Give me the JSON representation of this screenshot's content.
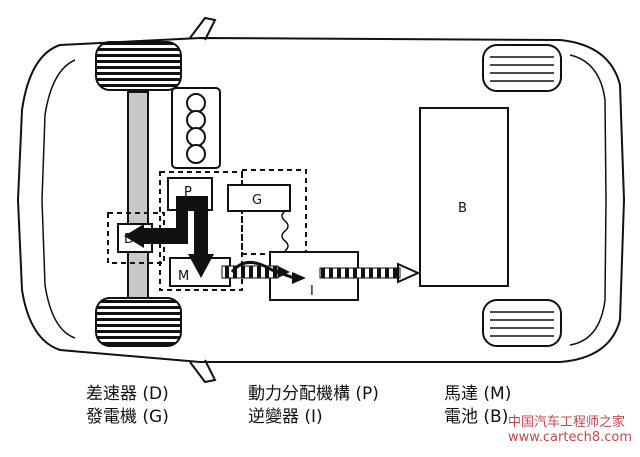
{
  "diagram": {
    "title": "Hybrid powertrain layout",
    "component_labels": {
      "differential": "D",
      "power_split_device": "P",
      "generator": "G",
      "motor": "M",
      "inverter": "I",
      "battery": "B"
    }
  },
  "legend": {
    "differential": "差速器 (D)",
    "power_split": "動力分配機構 (P)",
    "motor": "馬達 (M)",
    "generator": "發電機 (G)",
    "inverter": "逆變器 (I)",
    "battery": "電池 (B)"
  },
  "watermark": {
    "site_name": "中国汽车工程师之家",
    "url": "www.cartech8.com"
  },
  "colors": {
    "line": "#111111",
    "background": "#ffffff",
    "watermark": "#b9262c"
  }
}
